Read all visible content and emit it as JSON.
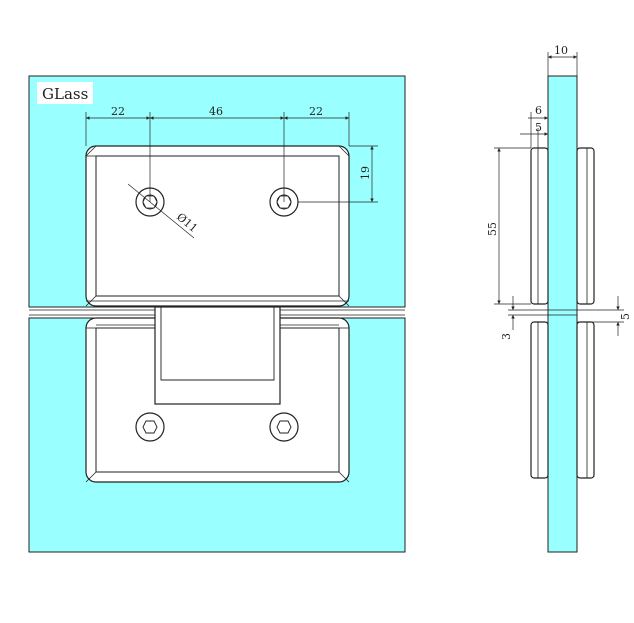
{
  "glass_label": "GLass",
  "dimensions": {
    "left_offset": "22",
    "hole_spacing": "46",
    "right_offset": "22",
    "hole_vertical": "19",
    "hole_diameter": "Ø11",
    "glass_thickness": "10",
    "side_6": "6",
    "side_5_top": "5",
    "plate_height": "55",
    "gap_3": "3",
    "gap_5": "5"
  }
}
